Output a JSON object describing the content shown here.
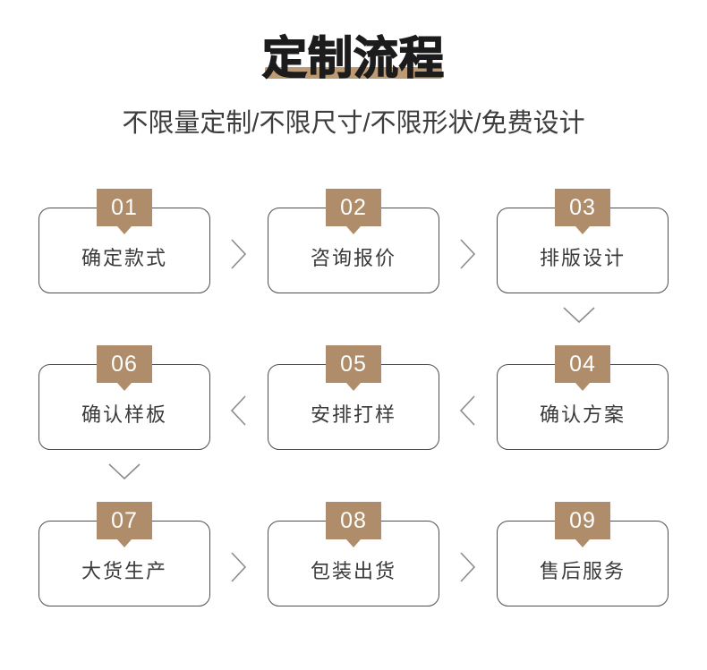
{
  "header": {
    "title": "定制流程",
    "subtitle": "不限量定制/不限尺寸/不限形状/免费设计",
    "underline_color": "#bc9a74"
  },
  "theme": {
    "badge_color": "#b08d6a",
    "card_border_color": "#4f4f4f",
    "card_text_color": "#3a3a3a",
    "chevron_color": "#8c8c8c",
    "background": "#ffffff"
  },
  "flow": {
    "rows": [
      {
        "direction": "right",
        "steps": [
          {
            "number": "01",
            "label": "确定款式"
          },
          {
            "number": "02",
            "label": "咨询报价"
          },
          {
            "number": "03",
            "label": "排版设计"
          }
        ],
        "row_end_connector": "chevron-down-right"
      },
      {
        "direction": "left",
        "steps": [
          {
            "number": "06",
            "label": "确认样板"
          },
          {
            "number": "05",
            "label": "安排打样"
          },
          {
            "number": "04",
            "label": "确认方案"
          }
        ],
        "row_end_connector": "chevron-down-left"
      },
      {
        "direction": "right",
        "steps": [
          {
            "number": "07",
            "label": "大货生产"
          },
          {
            "number": "08",
            "label": "包装出货"
          },
          {
            "number": "09",
            "label": "售后服务"
          }
        ],
        "row_end_connector": "none"
      }
    ]
  }
}
